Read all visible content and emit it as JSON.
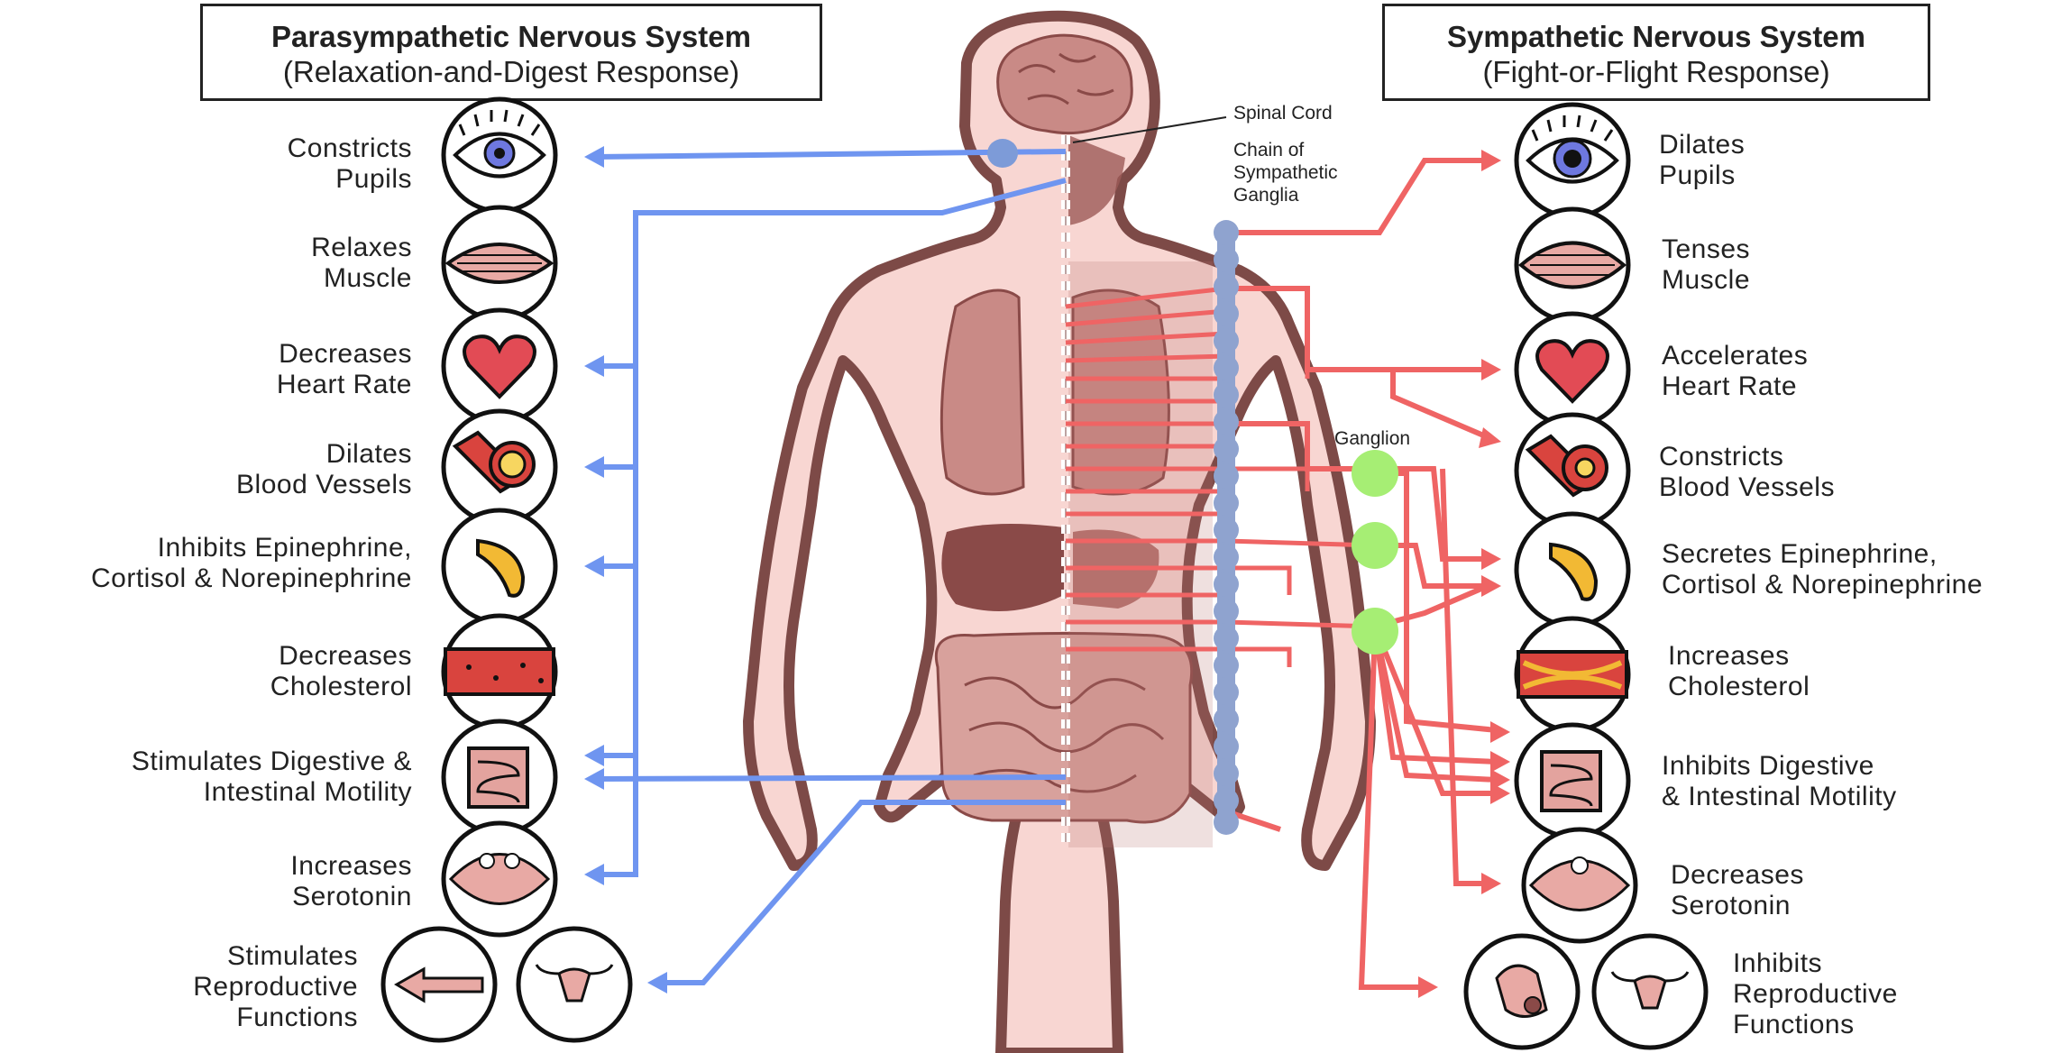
{
  "parasympathetic": {
    "title": "Parasympathetic Nervous System",
    "subtitle": "(Relaxation-and-Digest Response)",
    "effects": [
      {
        "line1": "Constricts",
        "line2": "Pupils",
        "icon": "eye-icon"
      },
      {
        "line1": "Relaxes",
        "line2": "Muscle",
        "icon": "muscle-icon"
      },
      {
        "line1": "Decreases",
        "line2": "Heart Rate",
        "icon": "heart-icon"
      },
      {
        "line1": "Dilates",
        "line2": "Blood Vessels",
        "icon": "blood-vessel-icon"
      },
      {
        "line1": "Inhibits Epinephrine,",
        "line2": "Cortisol & Norepinephrine",
        "icon": "adrenal-gland-icon"
      },
      {
        "line1": "Decreases",
        "line2": "Cholesterol",
        "icon": "artery-icon"
      },
      {
        "line1": "Stimulates Digestive &",
        "line2": "Intestinal Motility",
        "icon": "intestine-icon"
      },
      {
        "line1": "Increases",
        "line2": "Serotonin",
        "icon": "neuron-synapse-icon"
      },
      {
        "line1": "Stimulates",
        "line2": "Reproductive",
        "line3": "Functions",
        "icon": "reproductive-icon"
      }
    ]
  },
  "sympathetic": {
    "title": "Sympathetic Nervous System",
    "subtitle": "(Fight-or-Flight Response)",
    "effects": [
      {
        "line1": "Dilates",
        "line2": "Pupils",
        "icon": "eye-icon"
      },
      {
        "line1": "Tenses",
        "line2": "Muscle",
        "icon": "muscle-icon"
      },
      {
        "line1": "Accelerates",
        "line2": "Heart Rate",
        "icon": "heart-icon"
      },
      {
        "line1": "Constricts",
        "line2": "Blood Vessels",
        "icon": "blood-vessel-icon"
      },
      {
        "line1": "Secretes Epinephrine,",
        "line2": "Cortisol & Norepinephrine",
        "icon": "adrenal-gland-icon"
      },
      {
        "line1": "Increases",
        "line2": "Cholesterol",
        "icon": "artery-icon"
      },
      {
        "line1": "Inhibits Digestive",
        "line2": "& Intestinal Motility",
        "icon": "intestine-icon"
      },
      {
        "line1": "Decreases",
        "line2": "Serotonin",
        "icon": "neuron-synapse-icon"
      },
      {
        "line1": "Inhibits",
        "line2": "Reproductive",
        "line3": "Functions",
        "icon": "reproductive-icon"
      }
    ]
  },
  "annotations": {
    "spinal_cord": "Spinal Cord",
    "chain_line1": "Chain of",
    "chain_line2": "Sympathetic",
    "chain_line3": "Ganglia",
    "ganglion": "Ganglion"
  },
  "colors": {
    "parasympathetic": "#6f95f0",
    "sympathetic": "#ef6464",
    "ganglia_chain": "#8fa3cf",
    "ganglion": "#a6ee74",
    "body_fill": "#f8d6d2",
    "body_outline": "#7d4a47",
    "organ": "#c98a86",
    "organ_dark": "#8a4a48"
  }
}
